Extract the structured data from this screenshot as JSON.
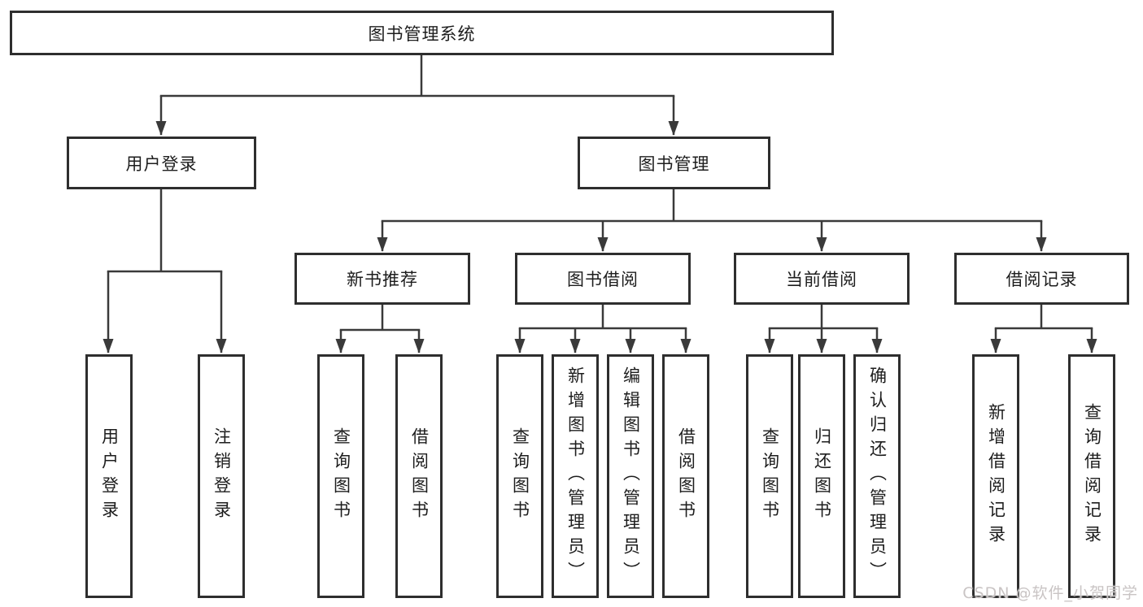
{
  "diagram": {
    "root": {
      "label": "图书管理系统"
    },
    "level2": {
      "user_login": {
        "label": "用户登录"
      },
      "book_mgmt": {
        "label": "图书管理"
      }
    },
    "level3": {
      "new_book": {
        "label": "新书推荐"
      },
      "book_borrow": {
        "label": "图书借阅"
      },
      "current_borrow": {
        "label": "当前借阅"
      },
      "borrow_records": {
        "label": "借阅记录"
      }
    },
    "leaves": {
      "user_login": {
        "label": "用户登录"
      },
      "logout": {
        "label": "注销登录"
      },
      "nb_query": {
        "label": "查询图书"
      },
      "nb_borrow": {
        "label": "借阅图书"
      },
      "bb_query": {
        "label": "查询图书"
      },
      "bb_add": {
        "label": "新增图书（管理员）"
      },
      "bb_edit": {
        "label": "编辑图书（管理员）"
      },
      "bb_borrow": {
        "label": "借阅图书"
      },
      "cb_query": {
        "label": "查询图书"
      },
      "cb_return": {
        "label": "归还图书"
      },
      "cb_confirm": {
        "label": "确认归还（管理员）"
      },
      "rec_add": {
        "label": "新增借阅记录"
      },
      "rec_query": {
        "label": "查询借阅记录"
      }
    },
    "watermark": "CSDN @软件_小贺同学",
    "colors": {
      "line": "#3a3a3a",
      "box_border": "#2e2e2e",
      "box_fill": "#ffffff",
      "text": "#1d1d1d",
      "watermark": "#c9c4c4"
    }
  }
}
